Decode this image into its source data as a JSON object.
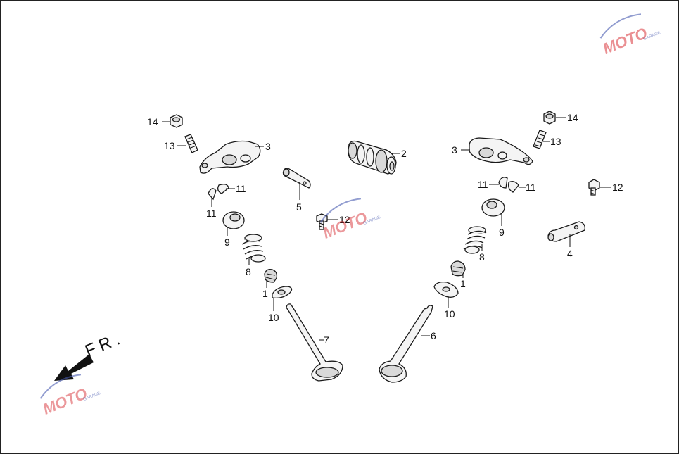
{
  "labels": {
    "p1a": "1",
    "p1b": "1",
    "p2": "2",
    "p3a": "3",
    "p3b": "3",
    "p4": "4",
    "p5": "5",
    "p6": "6",
    "p7": "7",
    "p8a": "8",
    "p8b": "8",
    "p9a": "9",
    "p9b": "9",
    "p10a": "10",
    "p10b": "10",
    "p11a": "11",
    "p11b": "11",
    "p11c": "11",
    "p11d": "11",
    "p12a": "12",
    "p12b": "12",
    "p13a": "13",
    "p13b": "13",
    "p14a": "14",
    "p14b": "14"
  },
  "direction": {
    "text": "FR."
  },
  "watermark": {
    "text": "MOTO",
    "tagline": "GARAGE",
    "colors": {
      "red": "#d9343a",
      "blue": "#4a5bb0",
      "grey": "#9a9a9a"
    }
  }
}
